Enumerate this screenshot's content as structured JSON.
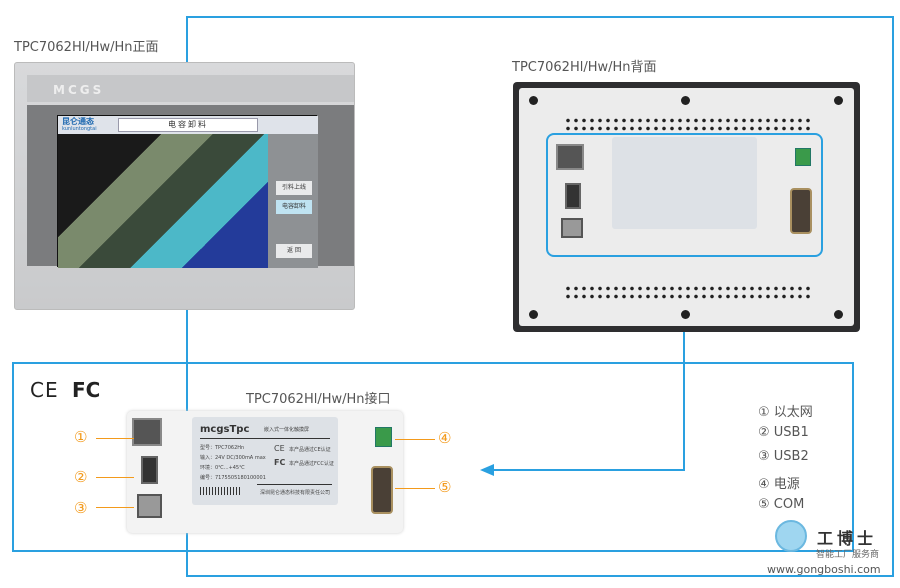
{
  "titles": {
    "front": "TPC7062Hl/Hw/Hn正面",
    "rear": "TPC7062Hl/Hw/Hn背面",
    "interface": "TPC7062Hl/Hw/Hn接口"
  },
  "front_panel": {
    "brand": "MCGS",
    "screen": {
      "logo": "昆仑通态",
      "logo_sub": "kunluntongtai",
      "title": "电容卸料",
      "buttons": [
        "引料上线",
        "电容卸料",
        "返  回"
      ]
    }
  },
  "sticker": {
    "brand": "mcgsTpc",
    "product": "嵌入式一体化触摸屏",
    "model": "型号：TPC7062Hn",
    "input": "输入：24V DC/300mA max",
    "env": "环境：0℃...+45℃",
    "serial": "编号：7175505180100001",
    "ce": "CE",
    "ce_text": "本产品通过CE认证",
    "fcc": "FC",
    "fcc_text": "本产品通过FCC认证",
    "company": "深圳昆仑通态科技有限责任公司"
  },
  "certs": {
    "ce": "CE",
    "fc": "FC"
  },
  "callouts": [
    "①",
    "②",
    "③",
    "④",
    "⑤"
  ],
  "legend": [
    "① 以太网",
    "② USB1",
    "③ USB2",
    "④ 电源",
    "⑤ COM"
  ],
  "watermark": {
    "name": "工博士",
    "slogan": "智能工厂服务商",
    "url": "www.gongboshi.com"
  },
  "colors": {
    "line": "#2aa0e0",
    "callout": "#f39a1b"
  }
}
